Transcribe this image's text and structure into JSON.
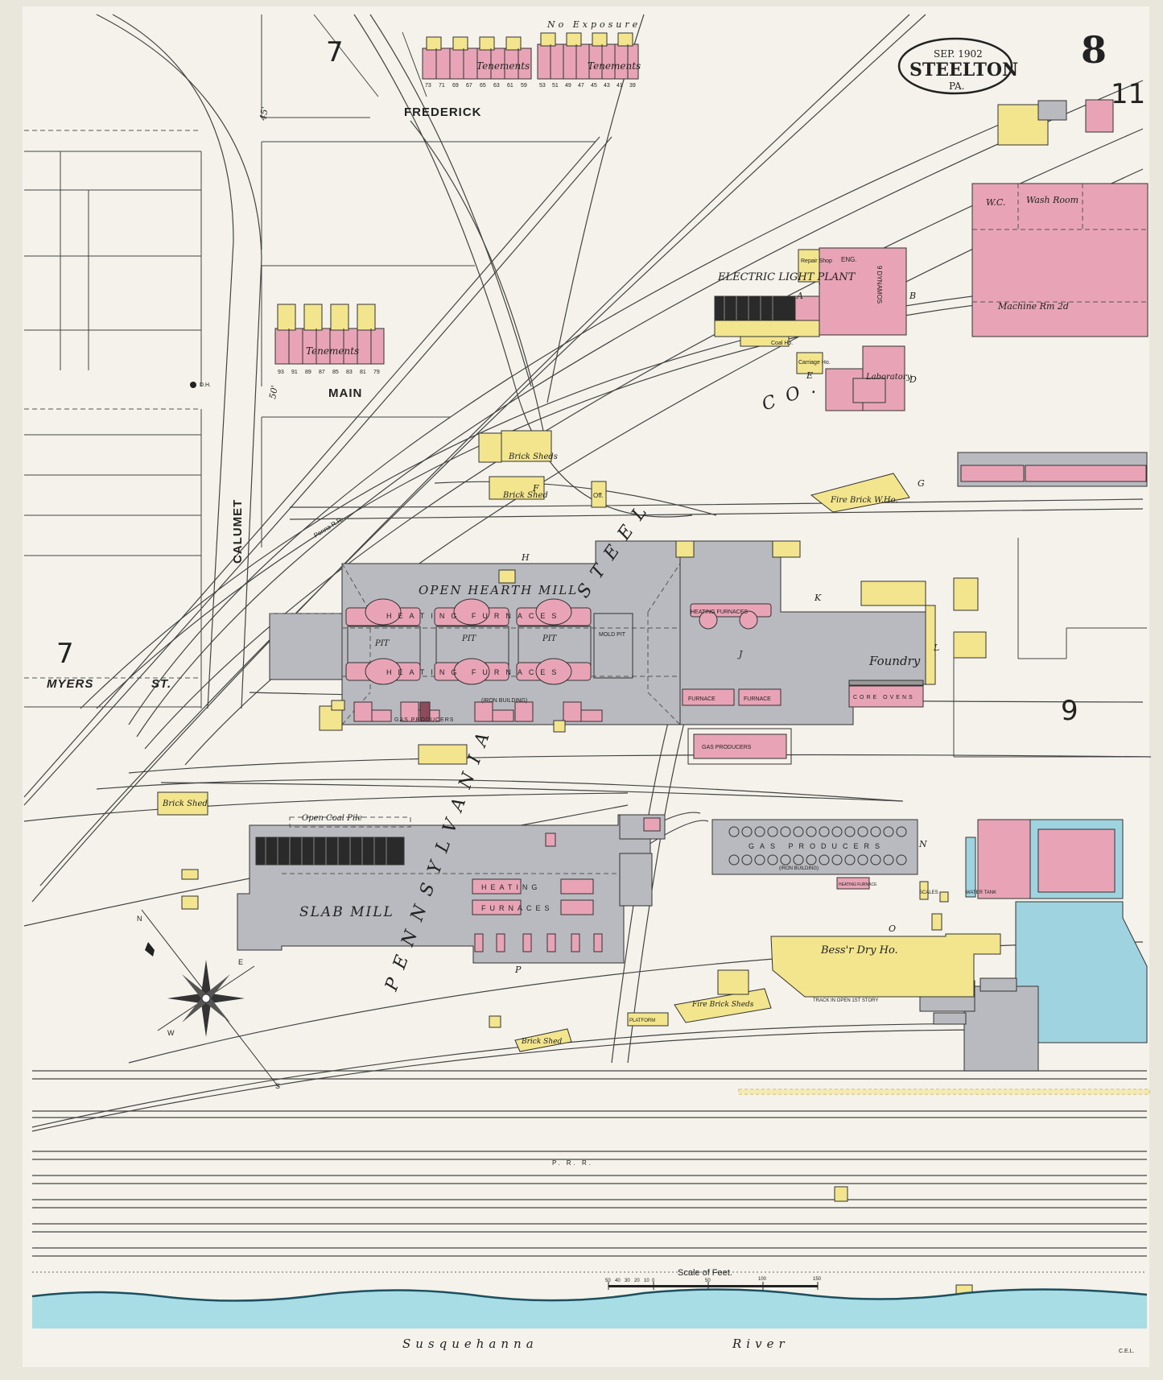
{
  "sheet": {
    "date": "SEP. 1902",
    "town": "STEELTON",
    "state": "PA.",
    "sheet_number": "8",
    "adjoining_sheet_top_right": "11",
    "adjoining_sheet_left_top": "7",
    "adjoining_sheet_left": "7",
    "adjoining_sheet_right": "9",
    "exposure_note": "No Exposure",
    "credit": "C.E.L."
  },
  "streets": {
    "frederick": "FREDERICK",
    "main": "MAIN",
    "calumet": "CALUMET",
    "myers": "MYERS",
    "st": "ST.",
    "width_45": "45'",
    "width_50": "50'"
  },
  "water": {
    "river_name": "Susquehanna",
    "river_word": "River"
  },
  "railroad": {
    "penna_rr": "Penna R.R.",
    "prr": "P. R. R."
  },
  "company": {
    "word_1": "PENNSYLVANIA",
    "word_2": "STEEL",
    "word_3": "CO."
  },
  "buildings": {
    "tenements": "Tenements",
    "frederick_numbers_left": [
      "73",
      "71",
      "69",
      "67",
      "65",
      "63",
      "61",
      "59"
    ],
    "frederick_numbers_right": [
      "53",
      "51",
      "49",
      "47",
      "45",
      "43",
      "41",
      "39"
    ],
    "main_numbers": [
      "93",
      "91",
      "89",
      "87",
      "85",
      "83",
      "81",
      "79"
    ],
    "electric_light_plant": "ELECTRIC LIGHT PLANT",
    "wc": "W.C.",
    "wash_room": "Wash Room",
    "machine_room": "Machine Rm 2d",
    "laboratory": "Laboratory",
    "repair_shop": "Repair Shop",
    "carriage_ho": "Carriage Ho.",
    "coal_ho": "Coal Ho.",
    "dynamos": "9 DYNAMOS",
    "eng": "ENG.",
    "brick_shed": "Brick Shed",
    "brick_sheds": "Brick Sheds",
    "fire_brick_wh": "Fire Brick W.Ho.",
    "off": "Off.",
    "open_hearth_mill": "OPEN HEARTH MILL",
    "heating_furnaces": "HEATING FURNACES",
    "pit": "PIT",
    "mold_pit": "MOLD PIT",
    "iron_building": "(IRON BUILDING)",
    "gas_producers": "GAS PRODUCERS",
    "foundry": "Foundry",
    "core_ovens": "CORE OVENS",
    "furnace": "FURNACE",
    "open_coal_pile": "Open Coal Pile",
    "slab_mill": "SLAB MILL",
    "heating": "HEATING",
    "furnaces": "FURNACES",
    "bessr_dry_ho": "Bess'r Dry Ho.",
    "fire_brick_sheds": "Fire Brick Sheds",
    "platform": "PLATFORM",
    "scales": "SCALES",
    "water_tank": "WATER TANK",
    "reheating_furnace": "HEATING FURNACE",
    "track_in_open": "TRACK IN OPEN 1ST STORY",
    "dh": "D.H."
  },
  "section_letters": [
    "A",
    "B",
    "D",
    "E",
    "F",
    "G",
    "H",
    "J",
    "K",
    "L",
    "N",
    "O",
    "P"
  ],
  "scale": {
    "title": "Scale of Feet.",
    "ticks": [
      "50",
      "40",
      "30",
      "20",
      "10",
      "0",
      "50",
      "100",
      "150"
    ]
  },
  "compass": {
    "n": "N",
    "s": "S",
    "e": "E",
    "w": "W"
  },
  "colors": {
    "paper": "#f4f2ea",
    "brick": "#e8a4b6",
    "frame": "#f3e58d",
    "iron": "#b9babf",
    "water": "#9fd3e0",
    "fireproof": "#2a2a2a"
  }
}
